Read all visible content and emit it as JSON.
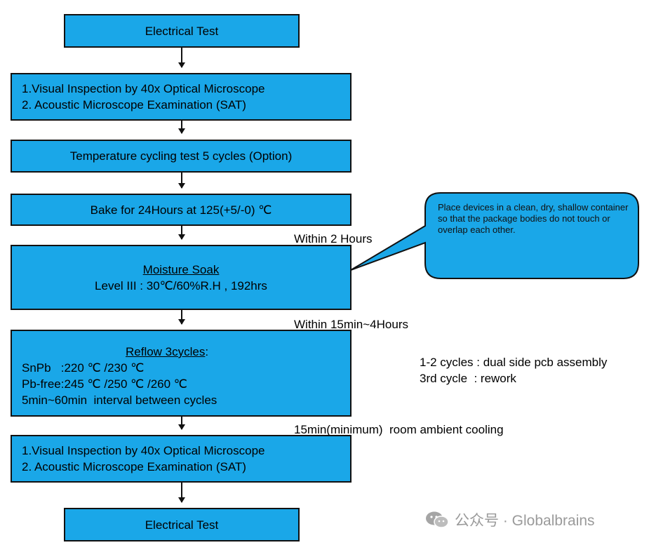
{
  "boxes": {
    "electrical_test_top": "Electrical Test",
    "inspection_1": {
      "line1": "1.Visual Inspection by 40x Optical Microscope",
      "line2": "2. Acoustic Microscope Examination (SAT)"
    },
    "temp_cycling": "Temperature cycling test 5 cycles (Option)",
    "bake": "Bake for 24Hours at 125(+5/-0) ℃",
    "moisture_soak": {
      "title": "Moisture Soak",
      "detail": "Level III : 30℃/60%R.H , 192hrs"
    },
    "reflow": {
      "title": "Reflow 3cycles",
      "title_suffix": ":",
      "snpb": "SnPb   :220 ℃ /230 ℃",
      "pbfree": "Pb-free:245 ℃ /250 ℃ /260 ℃",
      "interval": "5min~60min  interval between cycles"
    },
    "inspection_2": {
      "line1": "1.Visual Inspection by 40x Optical Microscope",
      "line2": "2. Acoustic Microscope Examination (SAT)"
    },
    "electrical_test_bottom": "Electrical Test"
  },
  "notes": {
    "within_2_hours": "Within 2 Hours",
    "within_15min_4hours": "Within 15min~4Hours",
    "cycles_line1": "1-2 cycles : dual side pcb assembly",
    "cycles_line2": "3rd cycle  : rework",
    "cooling": "15min(minimum)  room ambient cooling"
  },
  "callout": {
    "text": "Place devices in a clean, dry, shallow container so that the package bodies do not touch or overlap  each  other."
  },
  "watermark": {
    "text": "公众号 · Globalbrains",
    "icon": "wechat-icon"
  },
  "colors": {
    "box_fill": "#1aa7e8",
    "border": "#111111",
    "watermark": "#9a9a9a"
  }
}
